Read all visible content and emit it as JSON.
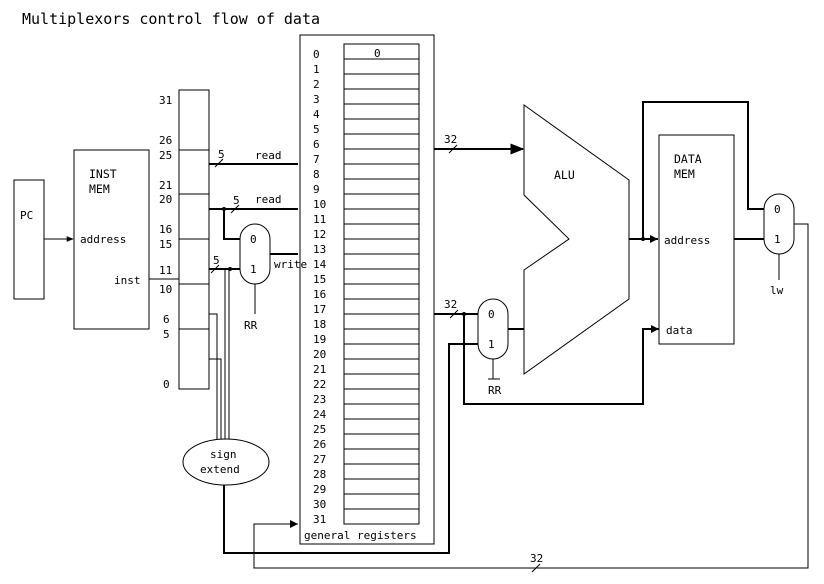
{
  "title": "Multiplexors control flow of data",
  "pc": {
    "label": "PC"
  },
  "inst_mem": {
    "title_line1": "INST",
    "title_line2": "MEM",
    "address_label": "address",
    "inst_label": "inst"
  },
  "instruction_bits": [
    "31",
    "26",
    "25",
    "21",
    "20",
    "16",
    "15",
    "11",
    "10",
    "6",
    "5",
    "0"
  ],
  "register_file": {
    "label": "general registers",
    "reg0_value": "0",
    "indices": [
      "0",
      "1",
      "2",
      "3",
      "4",
      "5",
      "6",
      "7",
      "8",
      "9",
      "10",
      "11",
      "12",
      "13",
      "14",
      "15",
      "16",
      "17",
      "18",
      "19",
      "20",
      "21",
      "22",
      "23",
      "24",
      "25",
      "26",
      "27",
      "28",
      "29",
      "30",
      "31"
    ]
  },
  "port_labels": {
    "read1": "read",
    "read2": "read",
    "write": "write",
    "width5_a": "5",
    "width5_b": "5",
    "width5_c": "5",
    "width32_a": "32",
    "width32_b": "32",
    "width32_c": "32"
  },
  "alu": {
    "label": "ALU"
  },
  "data_mem": {
    "title_line1": "DATA",
    "title_line2": "MEM",
    "address_label": "address",
    "data_label": "data"
  },
  "sign_extend": {
    "line1": "sign",
    "line2": "extend"
  },
  "mux_regdst": {
    "in0": "0",
    "in1": "1",
    "control": "RR"
  },
  "mux_alusrc": {
    "in0": "0",
    "in1": "1",
    "control": "RR"
  },
  "mux_memtoreg": {
    "in0": "0",
    "in1": "1",
    "control": "lw"
  }
}
